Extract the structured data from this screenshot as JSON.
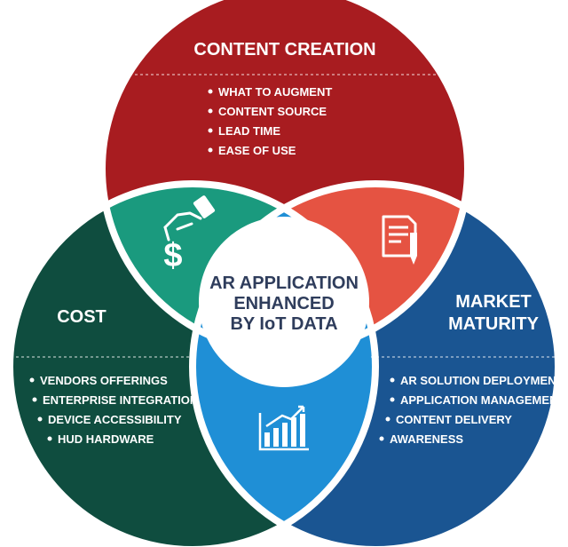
{
  "colors": {
    "content_creation": "#a81c20",
    "cost": "#0f4d3f",
    "market_maturity": "#1a5592",
    "petal_teal": "#1a9a7e",
    "petal_orange": "#e55342",
    "petal_blue": "#1f8fd6",
    "center_text": "#2f3d5c"
  },
  "center": {
    "line1": "AR APPLICATION",
    "line2": "ENHANCED",
    "line3": "BY IoT DATA"
  },
  "top": {
    "title": "CONTENT CREATION",
    "items": [
      "WHAT TO AUGMENT",
      "CONTENT SOURCE",
      "LEAD TIME",
      "EASE OF USE"
    ]
  },
  "left": {
    "title": "COST",
    "items": [
      "VENDORS OFFERINGS",
      "ENTERPRISE INTEGRATION",
      "DEVICE ACCESSIBILITY",
      "HUD HARDWARE"
    ]
  },
  "right": {
    "title_line1": "MARKET",
    "title_line2": "MATURITY",
    "items": [
      "AR SOLUTION DEPLOYMENTS",
      "APPLICATION MANAGEMENT",
      "CONTENT DELIVERY",
      "AWARENESS"
    ]
  },
  "icons": {
    "teal": "hand-dollar-icon",
    "orange": "document-pen-icon",
    "blue": "bar-chart-icon"
  }
}
